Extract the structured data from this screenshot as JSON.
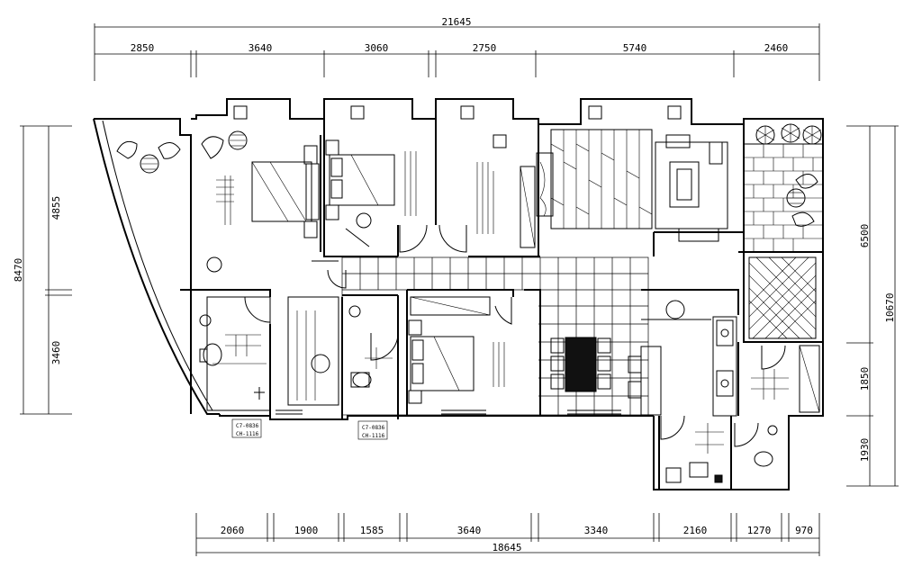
{
  "drawing": {
    "top_overall": "21645",
    "top_dims": [
      "2850",
      "3640",
      "3060",
      "2750",
      "5740",
      "2460"
    ],
    "bottom_overall": "18645",
    "bottom_dims": [
      "2060",
      "1900",
      "1585",
      "3640",
      "3340",
      "2160",
      "1270",
      "970"
    ],
    "left_overall": "8470",
    "left_dims": [
      "4855",
      "3460"
    ],
    "right_overall": "10670",
    "right_dims": [
      "6500",
      "1850",
      "1930"
    ],
    "window_tags": [
      {
        "line1": "C7-0836",
        "line2": "CH-1116"
      },
      {
        "line1": "C7-0836",
        "line2": "CH-1116"
      }
    ]
  }
}
